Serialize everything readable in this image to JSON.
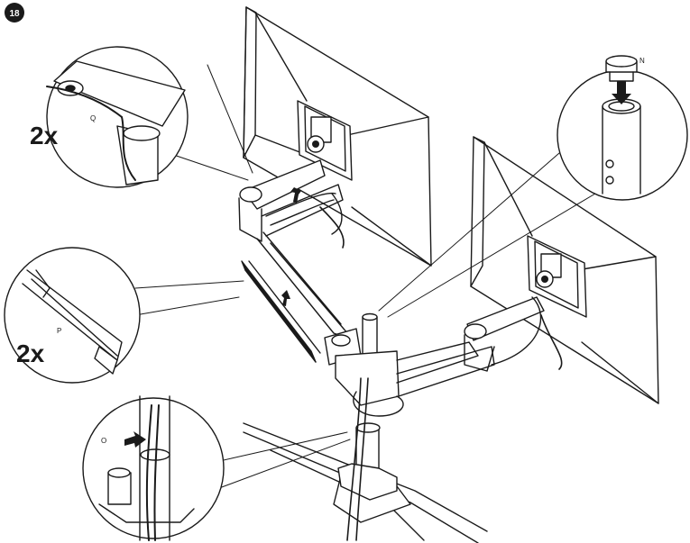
{
  "step": {
    "number": "18"
  },
  "callouts": [
    {
      "id": "top-left",
      "qty": "2x",
      "part_letter": "Q"
    },
    {
      "id": "mid-left",
      "qty": "2x",
      "part_letter": "P"
    },
    {
      "id": "bottom",
      "part_letter": "O"
    },
    {
      "id": "top-right",
      "part_letter": "N"
    }
  ],
  "colors": {
    "line": "#1a1a1a",
    "fill": "#ffffff",
    "dark": "#1a1a1a",
    "shade": "#dcdcdc"
  }
}
